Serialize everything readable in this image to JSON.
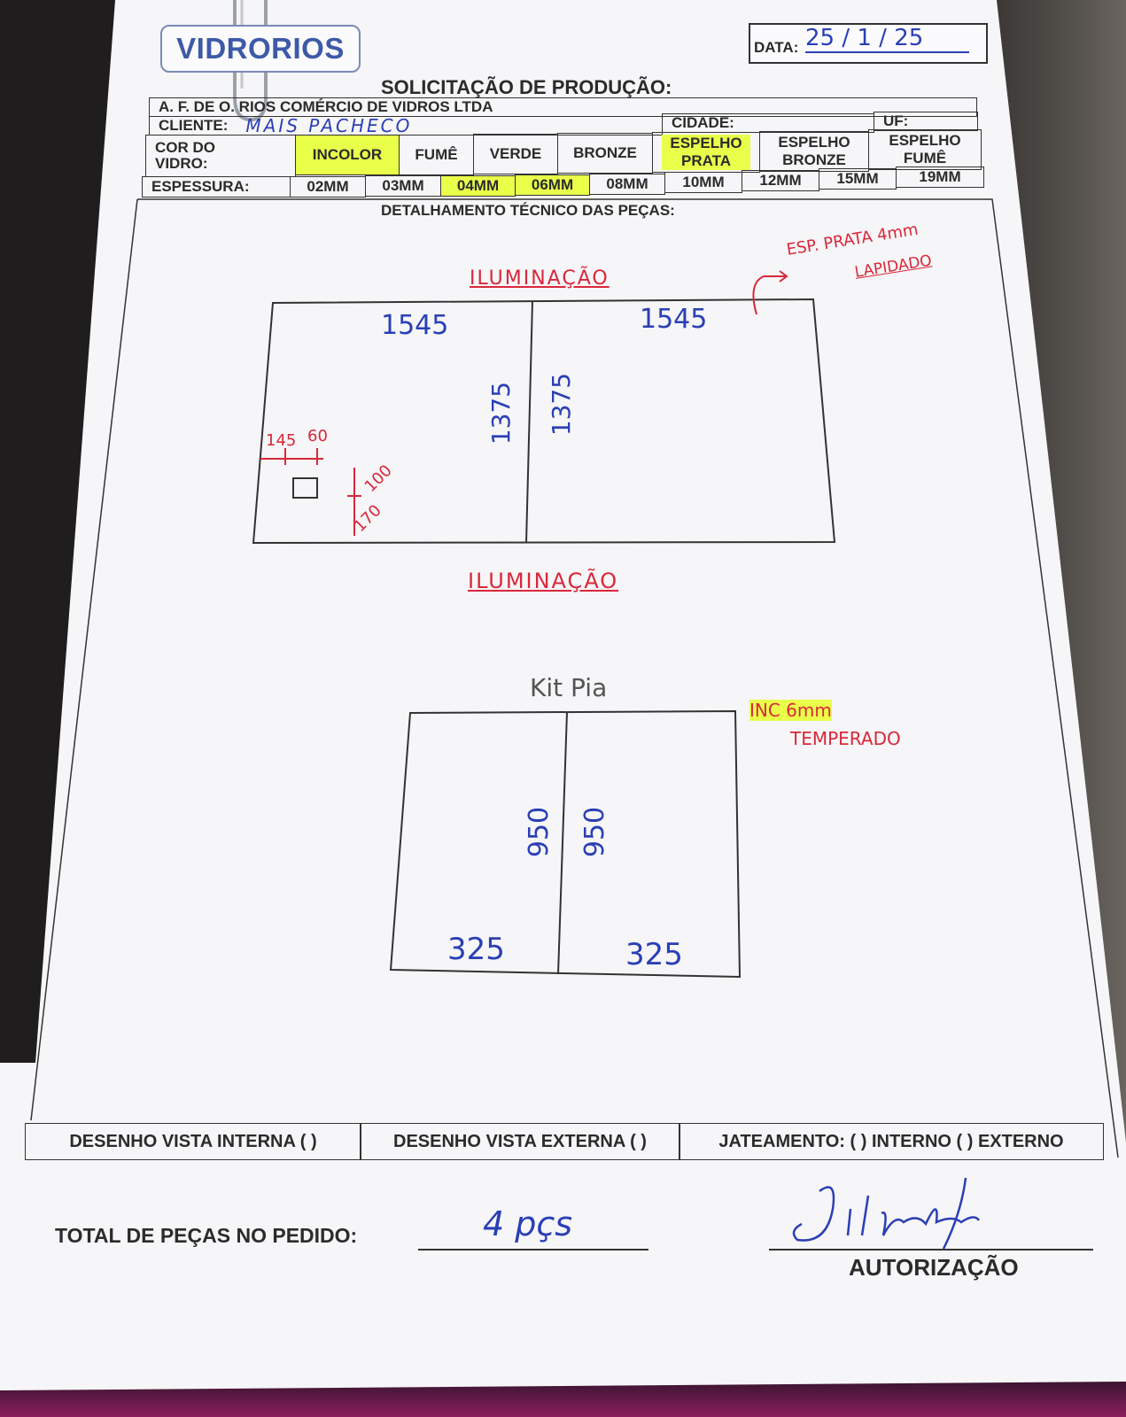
{
  "header": {
    "logo": "VIDRORIOS",
    "data_label": "DATA:",
    "date_value": "25 / 1 / 25"
  },
  "form": {
    "title": "SOLICITAÇÃO DE PRODUÇÃO:",
    "company": "A. F. DE O. RIOS COMÉRCIO DE VIDROS LTDA",
    "cliente_label": "CLIENTE:",
    "cliente_value": "MAIS PACHECO",
    "cidade_label": "CIDADE:",
    "uf_label": "UF:",
    "cor_label": "COR DO VIDRO:",
    "cores": [
      "INCOLOR",
      "FUMÊ",
      "VERDE",
      "BRONZE",
      "ESPELHO PRATA",
      "ESPELHO BRONZE",
      "ESPELHO FUMÊ"
    ],
    "cores_selected": [
      "INCOLOR",
      "ESPELHO PRATA"
    ],
    "espessura_label": "ESPESSURA:",
    "espessuras": [
      "02MM",
      "03MM",
      "04MM",
      "06MM",
      "08MM",
      "10MM",
      "12MM",
      "15MM",
      "19MM"
    ],
    "espessuras_selected": [
      "04MM",
      "06MM"
    ],
    "detalhamento_title": "DETALHAMENTO TÉCNICO DAS PEÇAS:"
  },
  "drawing1": {
    "label_top": "ILUMINAÇÃO",
    "label_bottom": "ILUMINAÇÃO",
    "note_line1": "ESP. PRATA 4mm",
    "note_line2": "LAPIDADO",
    "width_left": "1545",
    "width_right": "1545",
    "height_left": "1375",
    "height_right": "1375",
    "dim_145": "145",
    "dim_60": "60",
    "dim_100": "100",
    "dim_170": "170"
  },
  "drawing2": {
    "title": "Kit Pia",
    "note_line1": "INC 6mm",
    "note_line2": "TEMPERADO",
    "height_left": "950",
    "height_right": "950",
    "width_left": "325",
    "width_right": "325"
  },
  "footer": {
    "vista_interna": "DESENHO VISTA INTERNA ( )",
    "vista_externa": "DESENHO VISTA EXTERNA ( )",
    "jateamento": "JATEAMENTO: ( ) INTERNO ( ) EXTERNO",
    "total_label": "TOTAL DE PEÇAS NO PEDIDO:",
    "total_value": "4 pçs",
    "autorizacao": "AUTORIZAÇÃO"
  }
}
